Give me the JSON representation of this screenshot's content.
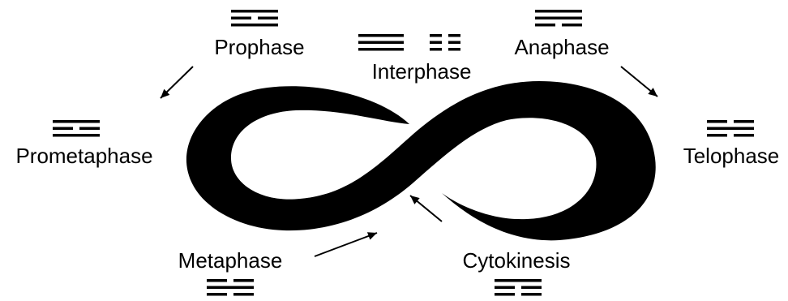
{
  "colors": {
    "ink": "#000000",
    "background": "#ffffff"
  },
  "phases": [
    {
      "id": "prophase",
      "label": "Prophase",
      "symbol": [
        [
          1
        ],
        [
          1,
          1
        ],
        [
          1
        ]
      ]
    },
    {
      "id": "interphase",
      "label": "Interphase",
      "symbol": [
        [
          1
        ],
        [
          1
        ],
        [
          1
        ]
      ]
    },
    {
      "id": "interphase-b",
      "label": "",
      "symbol": [
        [
          1,
          1
        ],
        [
          1,
          1
        ],
        [
          1,
          1
        ]
      ]
    },
    {
      "id": "anaphase",
      "label": "Anaphase",
      "symbol": [
        [
          1
        ],
        [
          1
        ],
        [
          1,
          1
        ]
      ]
    },
    {
      "id": "prometaphase",
      "label": "Prometaphase",
      "symbol": [
        [
          1
        ],
        [
          1,
          1
        ],
        [
          1
        ]
      ]
    },
    {
      "id": "telophase",
      "label": "Telophase",
      "symbol": [
        [
          1,
          1
        ],
        [
          1
        ],
        [
          1,
          1
        ]
      ]
    },
    {
      "id": "metaphase",
      "label": "Metaphase",
      "symbol": [
        [
          1,
          1
        ],
        [
          1
        ],
        [
          1,
          1
        ]
      ]
    },
    {
      "id": "cytokinesis",
      "label": "Cytokinesis",
      "symbol": [
        [
          1
        ],
        [
          1,
          1
        ],
        [
          1,
          1
        ]
      ]
    }
  ],
  "arrows": [
    {
      "name": "prophase-to-prometaphase-arrow"
    },
    {
      "name": "anaphase-to-telophase-arrow"
    },
    {
      "name": "metaphase-to-center-arrow"
    },
    {
      "name": "cytokinesis-to-center-arrow"
    }
  ]
}
